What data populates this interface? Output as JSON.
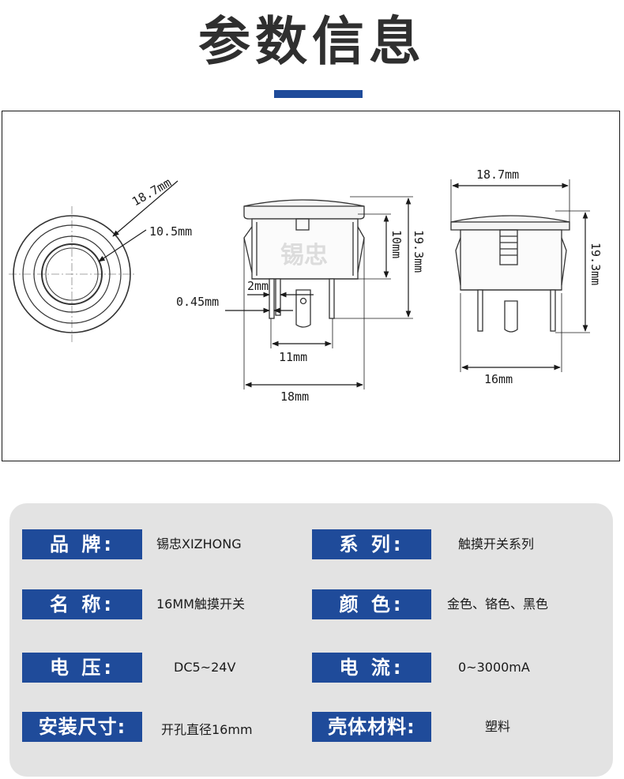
{
  "header": {
    "title": "参数信息"
  },
  "diagram": {
    "watermark": "锡忠",
    "front": {
      "outer": "18.7mm",
      "inner": "10.5mm"
    },
    "side": {
      "top_gap": "2mm",
      "pin_thickness": "0.45mm",
      "height_short": "10mm",
      "height_total": "19.3mm",
      "pin_spacing": "11mm",
      "width": "18mm"
    },
    "right": {
      "top_width": "18.7mm",
      "height": "19.3mm",
      "bottom_width": "16mm"
    }
  },
  "specs": {
    "rows": [
      {
        "label": "品  牌:",
        "value": "锡忠XIZHONG"
      },
      {
        "label": "系  列:",
        "value": "触摸开关系列"
      },
      {
        "label": "名  称:",
        "value": "16MM触摸开关"
      },
      {
        "label": "颜  色:",
        "value": "金色、铬色、黑色"
      },
      {
        "label": "电  压:",
        "value": "DC5~24V"
      },
      {
        "label": "电  流:",
        "value": "0~3000mA"
      },
      {
        "label": "安装尺寸:",
        "value": "开孔直径16mm"
      },
      {
        "label": "壳体材料:",
        "value": "塑料"
      }
    ]
  }
}
